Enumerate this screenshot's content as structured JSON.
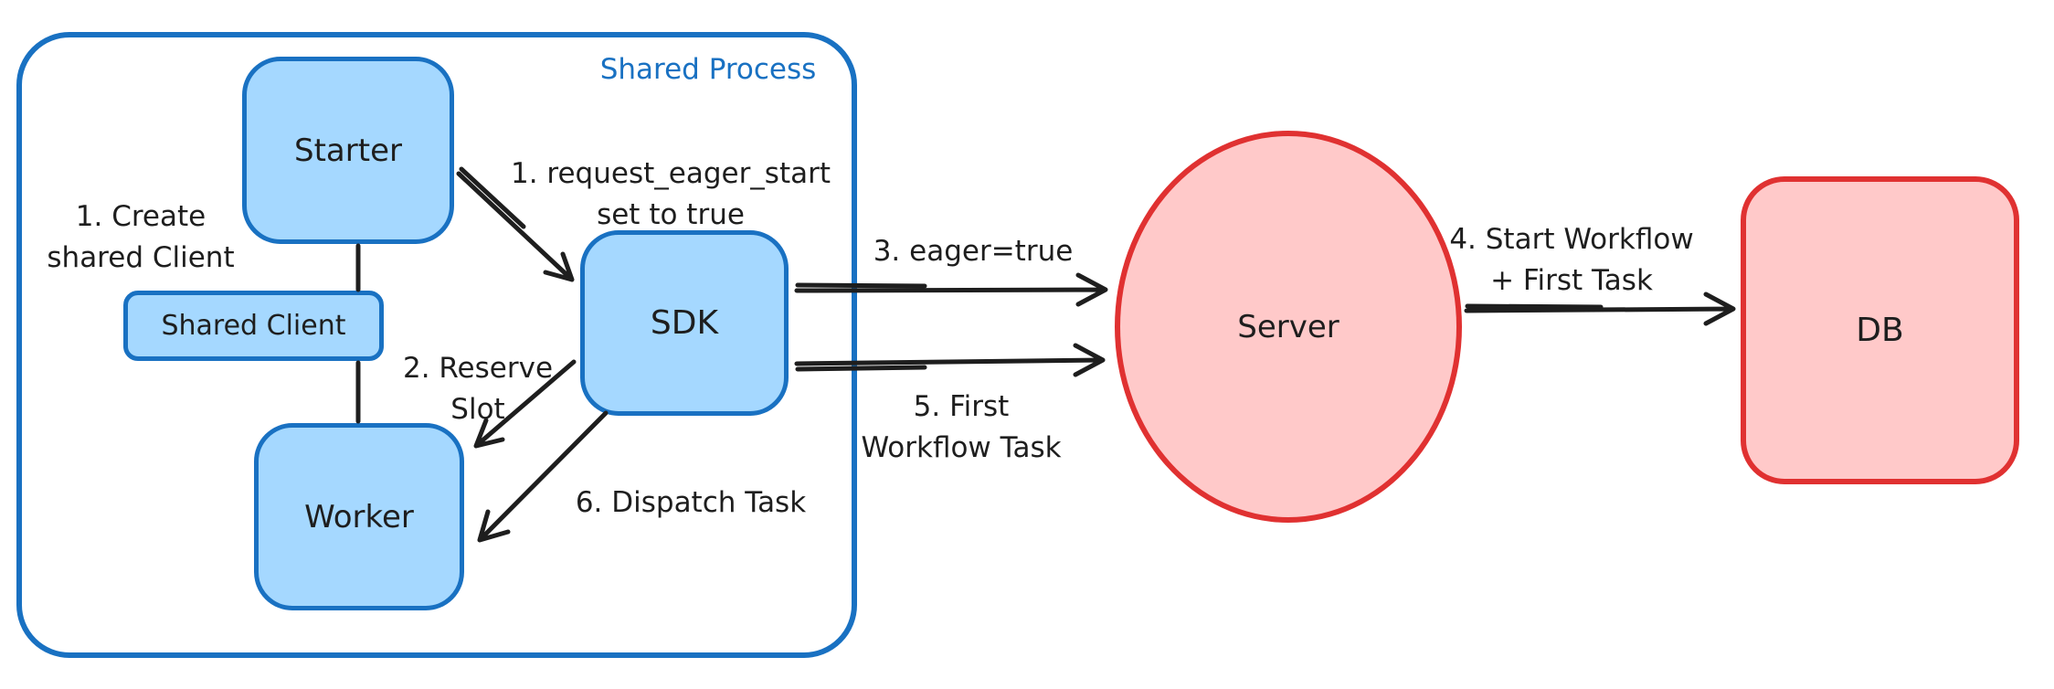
{
  "diagram": {
    "container_label": "Shared Process",
    "nodes": {
      "starter": "Starter",
      "shared_client": "Shared Client",
      "worker": "Worker",
      "sdk": "SDK",
      "server": "Server",
      "db": "DB"
    },
    "annotations": {
      "create_shared_client": [
        "1. Create",
        "shared Client"
      ],
      "request_eager_start": [
        "1. request_eager_start",
        "set to true"
      ],
      "reserve_slot": [
        "2. Reserve",
        "Slot"
      ],
      "eager_true": [
        "3. eager=true"
      ],
      "start_workflow": [
        "4. Start Workflow",
        "+ First Task"
      ],
      "first_workflow_task": [
        "5. First",
        "Workflow Task"
      ],
      "dispatch_task": [
        "6. Dispatch Task"
      ]
    },
    "colors": {
      "blue_stroke": "#1971c2",
      "blue_fill": "#a5d8ff",
      "red_stroke": "#e03131",
      "red_fill": "#ffc9c9",
      "ink": "#1e1e1e",
      "background": "#ffffff"
    }
  }
}
